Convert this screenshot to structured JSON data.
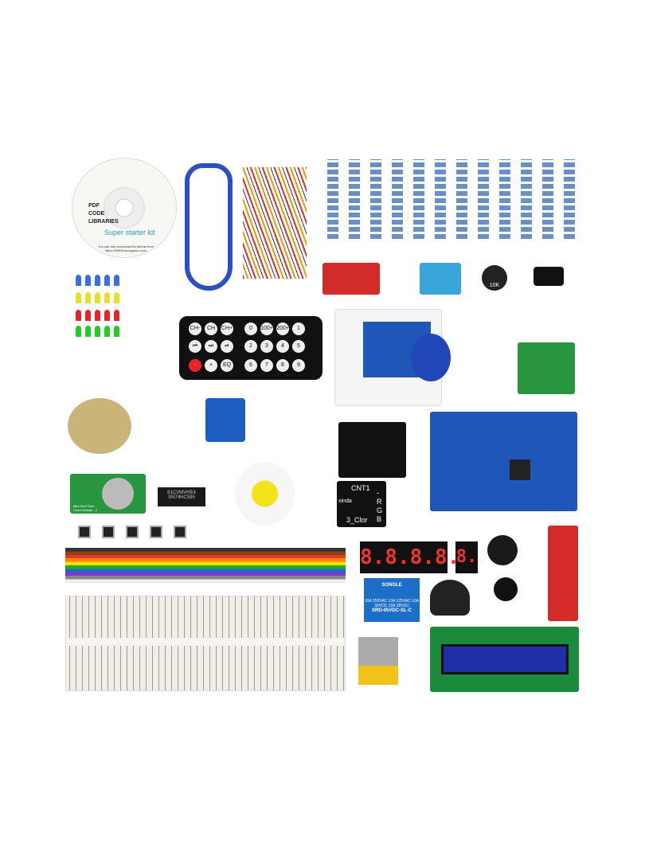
{
  "cd": {
    "line1": "PDF",
    "line2": "CODE",
    "line3": "LIBRARIES",
    "title": "Super starter kit",
    "note": "You can also download the tutorial from https://WWW.kuongshun.com"
  },
  "remote": {
    "buttons": [
      "CH-",
      "CH",
      "CH+",
      "⏮",
      "⏭",
      "⏯",
      "-",
      "+",
      "EQ",
      "0",
      "100+",
      "200+",
      "1",
      "2",
      "3",
      "4",
      "5",
      "6",
      "7",
      "8",
      "9"
    ]
  },
  "pot": {
    "label": "10K"
  },
  "chip": {
    "line1": "81CVMVHE4",
    "line2": "SN74HC595"
  },
  "rtc": {
    "label": "Mini Real Time Clock Module - 2"
  },
  "rgb": {
    "title": "CNT1",
    "brand": "xinda",
    "model": "3_Clor",
    "pins": "-RGB"
  },
  "display": {
    "four_digit": "8.8.8.8.",
    "one_digit": "8."
  },
  "relay": {
    "brand": "SONGLE",
    "rating": "10A 250VAC 10A 125VAC 10A 30VDC 10A 28VDC",
    "model": "SRD-05VDC-SL-C"
  },
  "colors": {
    "board_blue": "#1f57b8",
    "pcb_green": "#27963e",
    "sensor_red": "#d32a2a"
  }
}
